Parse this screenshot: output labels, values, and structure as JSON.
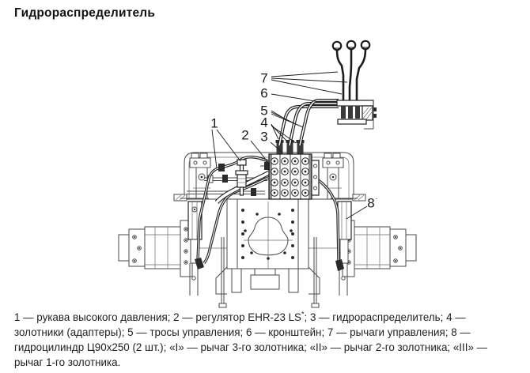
{
  "page": {
    "title": "Гидрораспределитель",
    "background_color": "#ffffff",
    "text_color": "#1a1a1a"
  },
  "figure": {
    "type": "technical-line-drawing",
    "subject": "hydraulic distributor mounted on tractor rear axle with control levers, cables and hoses",
    "labels": {
      "n1": "1",
      "n2": "2",
      "n3": "3",
      "n4": "4",
      "n5": "5",
      "n6": "6",
      "n7": "7",
      "n8": "8",
      "n8_mark": "·"
    }
  },
  "caption": {
    "part1": "1 — рукава высокого давления; 2 — регулятор EHR-23 LS",
    "sup": "*",
    "part2": "; 3 — гидрораспределитель; 4 — золотники (адаптеры); 5 — тросы управления; 6 — кронштейн; 7 — рычаги управления; 8 — гидроцилиндр Ц90х250 (2 шт.); «I» — рычаг 3-го золотника; «II» — рычаг 2-го золотника; «III» — рычаг 1-го золотника."
  }
}
